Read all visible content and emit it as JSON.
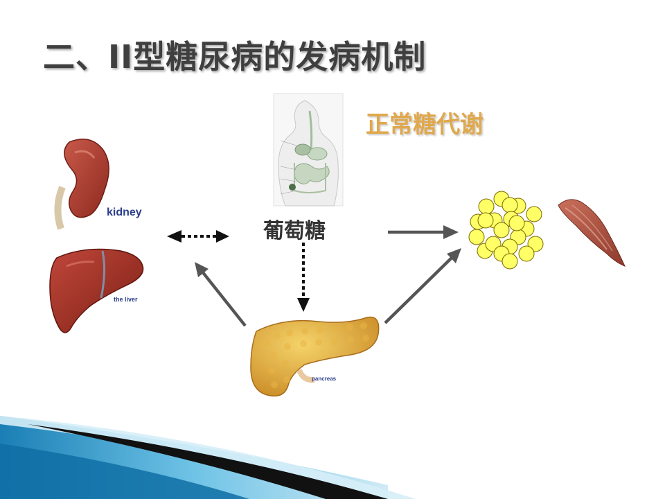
{
  "slide": {
    "title": "二、II型糖尿病的发病机制",
    "subtitle": "正常糖代谢",
    "center_label": "葡萄糖",
    "labels": {
      "kidney": "kidney",
      "liver": "the liver",
      "pancreas": "pancreas"
    },
    "colors": {
      "title": "#3f3f3f",
      "subtitle": "#e0a84c",
      "arrow": "#555555",
      "fat_cell": "#ffff66",
      "organ_label": "#2b3e8c"
    }
  }
}
